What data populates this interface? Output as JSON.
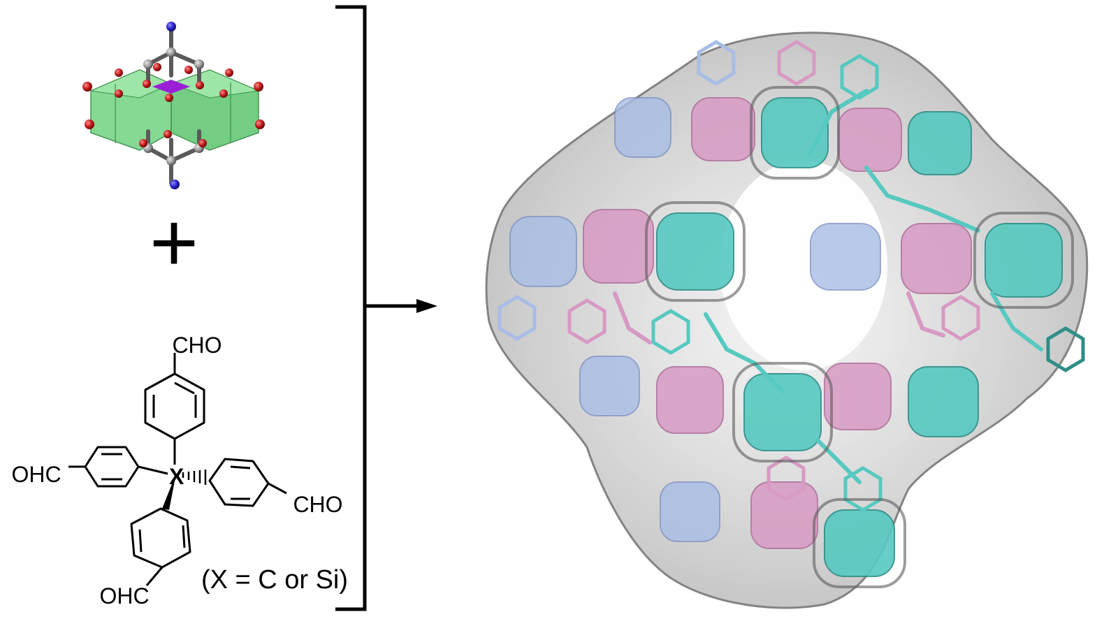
{
  "reactant_1": {
    "label": "",
    "icon": "metal-cluster-ball-and-stick"
  },
  "operator": "+",
  "reactant_2": {
    "groups": {
      "top": "CHO",
      "left": "OHC",
      "right": "CHO",
      "bottom": "OHC"
    },
    "center_atom": "X",
    "note": "(X = C or Si)"
  },
  "product": {
    "icon": "framework-space-filling-model"
  },
  "colors": {
    "teal": "#56c9c0",
    "pink": "#d79ac3",
    "blue": "#a9bde6",
    "shell": "#8a8a8a",
    "green": "#7fd88e",
    "oxygen": "#c01b1b",
    "nitrogen": "#2a22c8",
    "carbon": "#9a9a9a",
    "metal": "#9b1fd6"
  }
}
